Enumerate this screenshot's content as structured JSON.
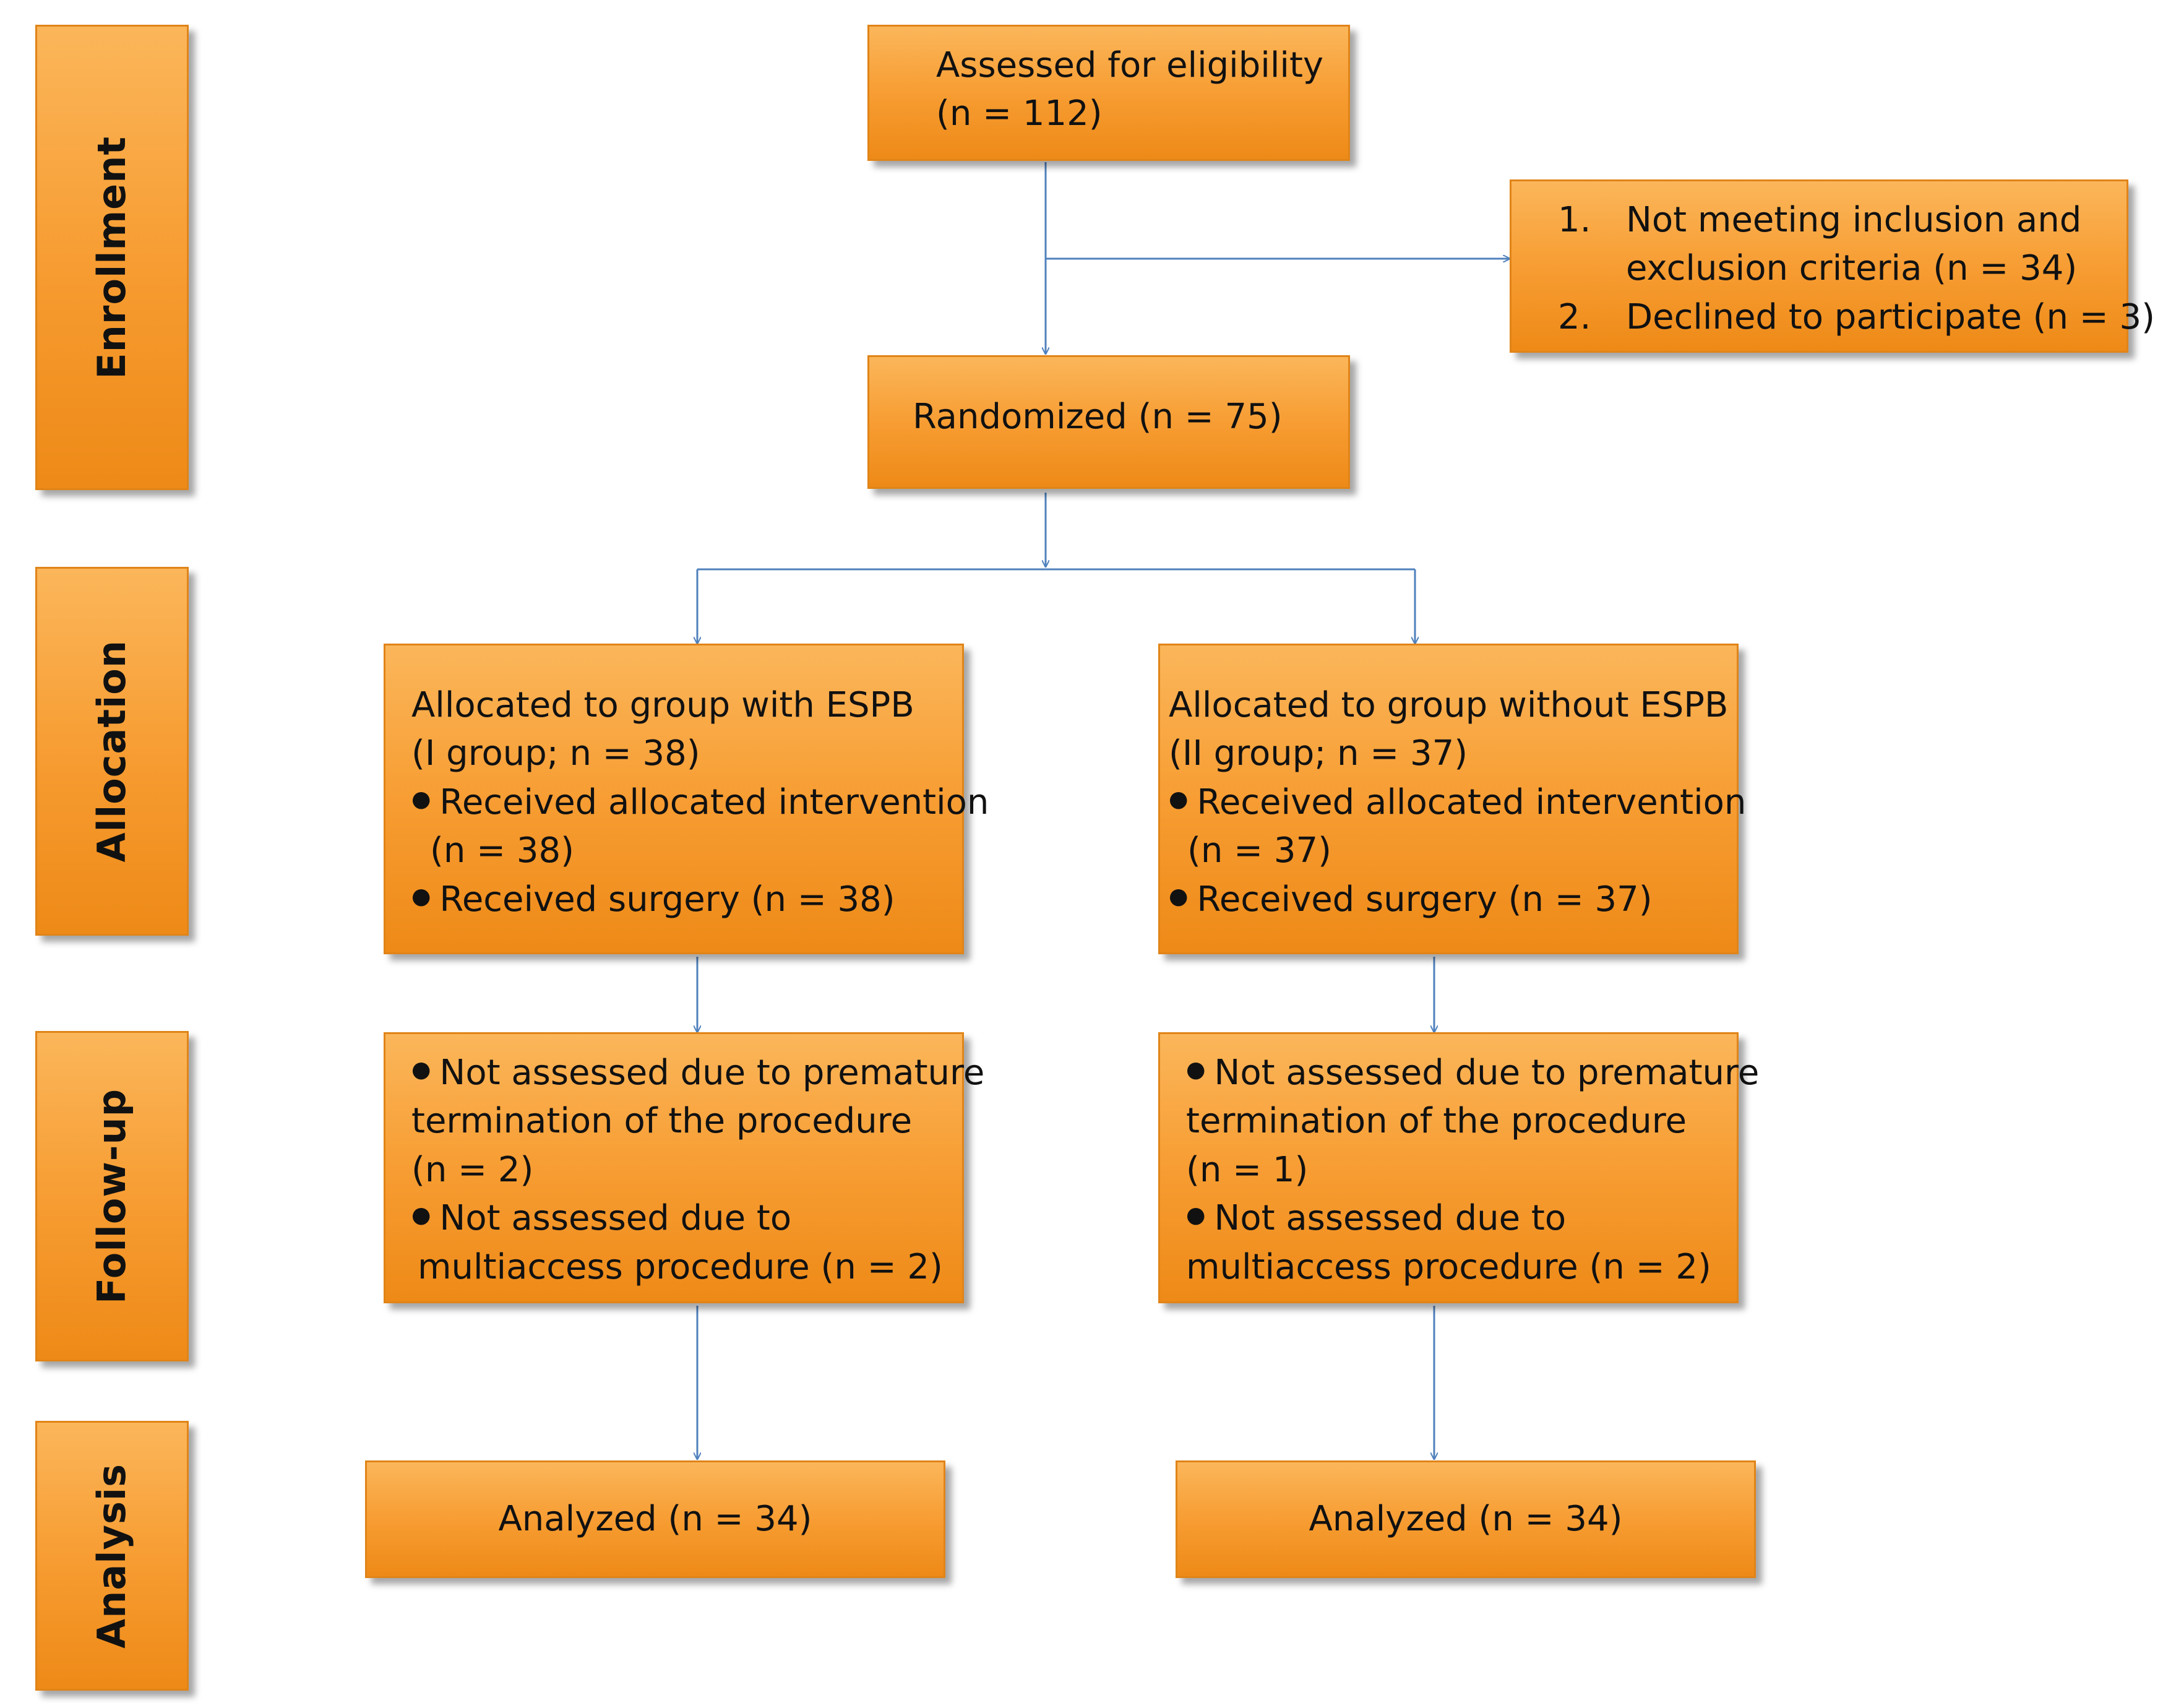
{
  "stages": {
    "enrollment": "Enrollment",
    "allocation": "Allocation",
    "follow_up": "Follow-up",
    "analysis": "Analysis"
  },
  "assessed": {
    "line1": "Assessed for eligibility",
    "line2": "(n = 112)"
  },
  "excluded": {
    "items": [
      {
        "number": "1.",
        "line1": "Not meeting inclusion and",
        "line2": "exclusion criteria (n = 34)"
      },
      {
        "number": "2.",
        "line1": "Declined to participate (n = 3)"
      }
    ]
  },
  "randomized": "Randomized (n = 75)",
  "group_with": {
    "title": "Allocated to group with ESPB",
    "subtitle": "(I group; n = 38)",
    "bullet1_line1": "Received allocated intervention",
    "bullet1_line2": "(n = 38)",
    "bullet2": "Received surgery (n = 38)"
  },
  "group_without": {
    "title": "Allocated to group without ESPB",
    "subtitle": "(II group; n = 37)",
    "bullet1_line1": "Received allocated intervention",
    "bullet1_line2": "(n = 37)",
    "bullet2": "Received surgery (n = 37)"
  },
  "followup_with": {
    "bullet1_line1": "Not assessed due to premature",
    "bullet1_line2": "termination of the procedure",
    "bullet1_line3": "(n = 2)",
    "bullet2_line1": "Not assessed due to",
    "bullet2_line2": "multiaccess procedure (n = 2)"
  },
  "followup_without": {
    "bullet1_line1": "Not assessed due to premature",
    "bullet1_line2": "termination of the procedure",
    "bullet1_line3": "(n = 1)",
    "bullet2_line1": "Not assessed due to",
    "bullet2_line2": "multiaccess procedure (n = 2)"
  },
  "analyzed_with": "Analyzed (n = 34)",
  "analyzed_without": "Analyzed (n = 34)",
  "colors": {
    "box_fill": "#f79d33",
    "box_border": "#e08418",
    "connector": "#4f81bd"
  }
}
